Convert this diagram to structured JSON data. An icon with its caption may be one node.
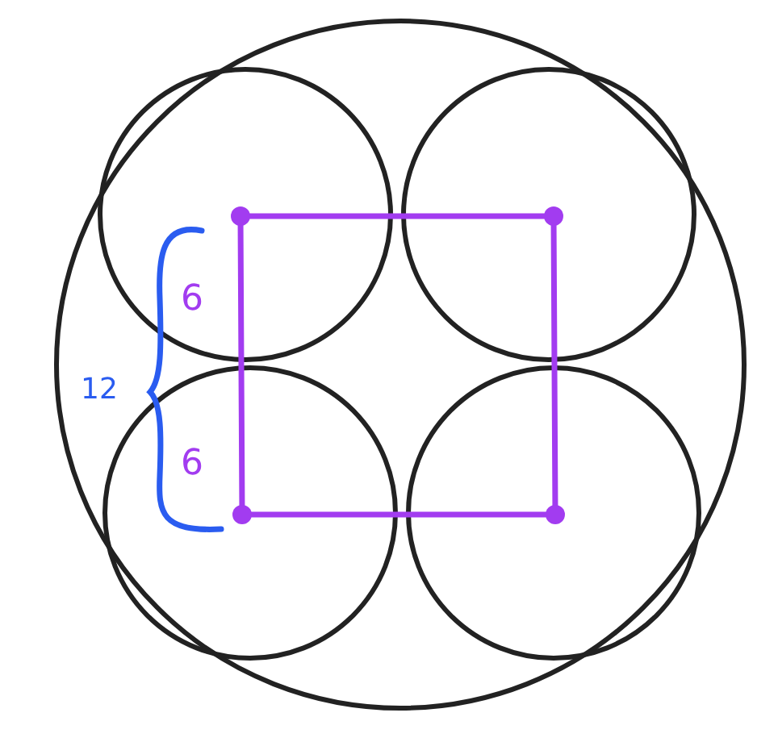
{
  "diagram": {
    "labels": [
      "6",
      "6",
      "12"
    ]
  }
}
